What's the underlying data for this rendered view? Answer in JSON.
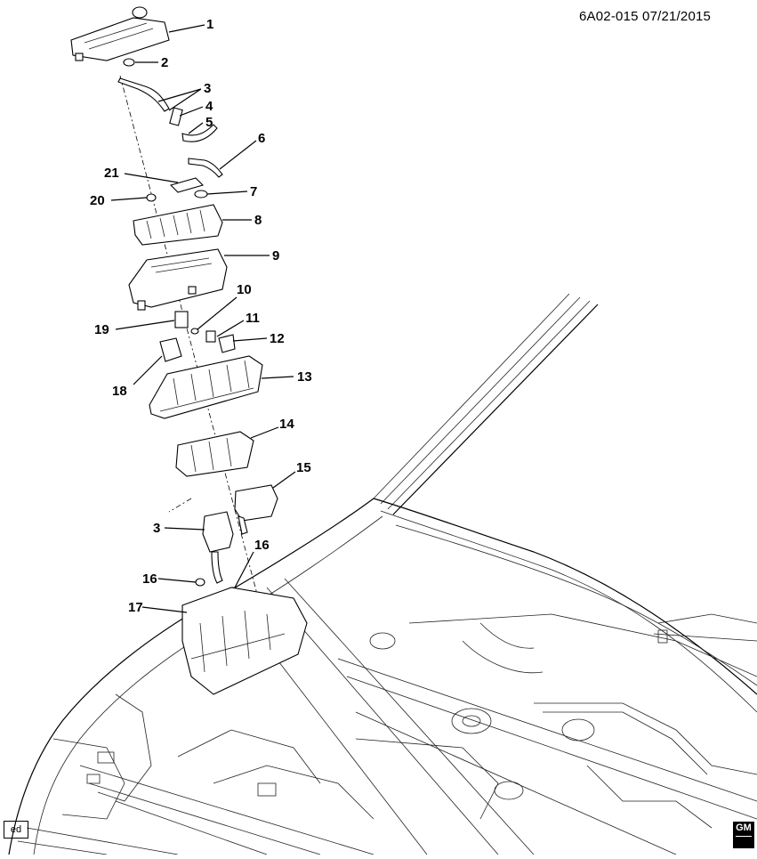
{
  "header": {
    "code": "6A02-015  07/21/2015"
  },
  "footer": {
    "ed_label": "ed",
    "logo_text": "GM",
    "logo_sub": ""
  },
  "callouts": [
    "1",
    "2",
    "3",
    "4",
    "5",
    "6",
    "21",
    "7",
    "20",
    "8",
    "9",
    "10",
    "19",
    "11",
    "12",
    "18",
    "13",
    "14",
    "15",
    "3",
    "16",
    "16",
    "17"
  ]
}
